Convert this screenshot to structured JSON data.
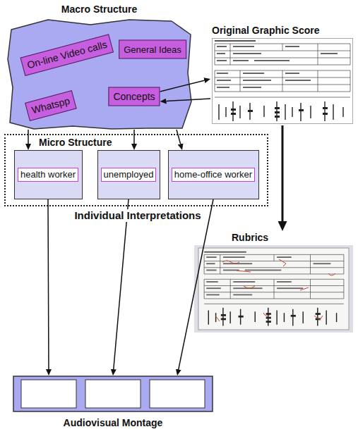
{
  "diagram": {
    "nodes": [
      {
        "text": [
          "Macro Structure"
        ]
      },
      {
        "text": [
          "On-line Video calls"
        ],
        "in": 0
      },
      {
        "text": [
          "General Ideas"
        ],
        "in": 0
      },
      {
        "text": [
          "Concepts"
        ],
        "in": 0
      },
      {
        "text": [
          "Whatspp"
        ],
        "in": 0
      },
      {
        "text": [
          "Original Graphic Score"
        ]
      },
      {
        "text": [
          "Micro Structure"
        ]
      },
      {
        "text": [
          "health worker"
        ],
        "in": 6
      },
      {
        "text": [
          "unemployed"
        ],
        "in": 6
      },
      {
        "text": [
          "home-office worker"
        ],
        "in": 6
      },
      {
        "text": [
          "Rubrics"
        ]
      },
      {
        "text": [
          "Audiovisual Montage"
        ]
      }
    ],
    "edges": [
      {
        "from": 0,
        "to": 7,
        "arrow": "to"
      },
      {
        "from": 0,
        "to": 8,
        "arrow": "to"
      },
      {
        "from": 0,
        "to": 9,
        "arrow": "to"
      },
      {
        "from": 3,
        "to": 5,
        "arrow": "to"
      },
      {
        "from": 5,
        "to": 3,
        "arrow": "to"
      },
      {
        "from": 5,
        "to": 10,
        "arrow": "to"
      },
      {
        "from": 7,
        "to": 11,
        "arrow": "to"
      },
      {
        "from": 8,
        "to": 11,
        "arrow": "to"
      },
      {
        "from": 9,
        "to": 11,
        "arrow": "to"
      }
    ],
    "labels": [
      "Individual Interpretations"
    ]
  }
}
